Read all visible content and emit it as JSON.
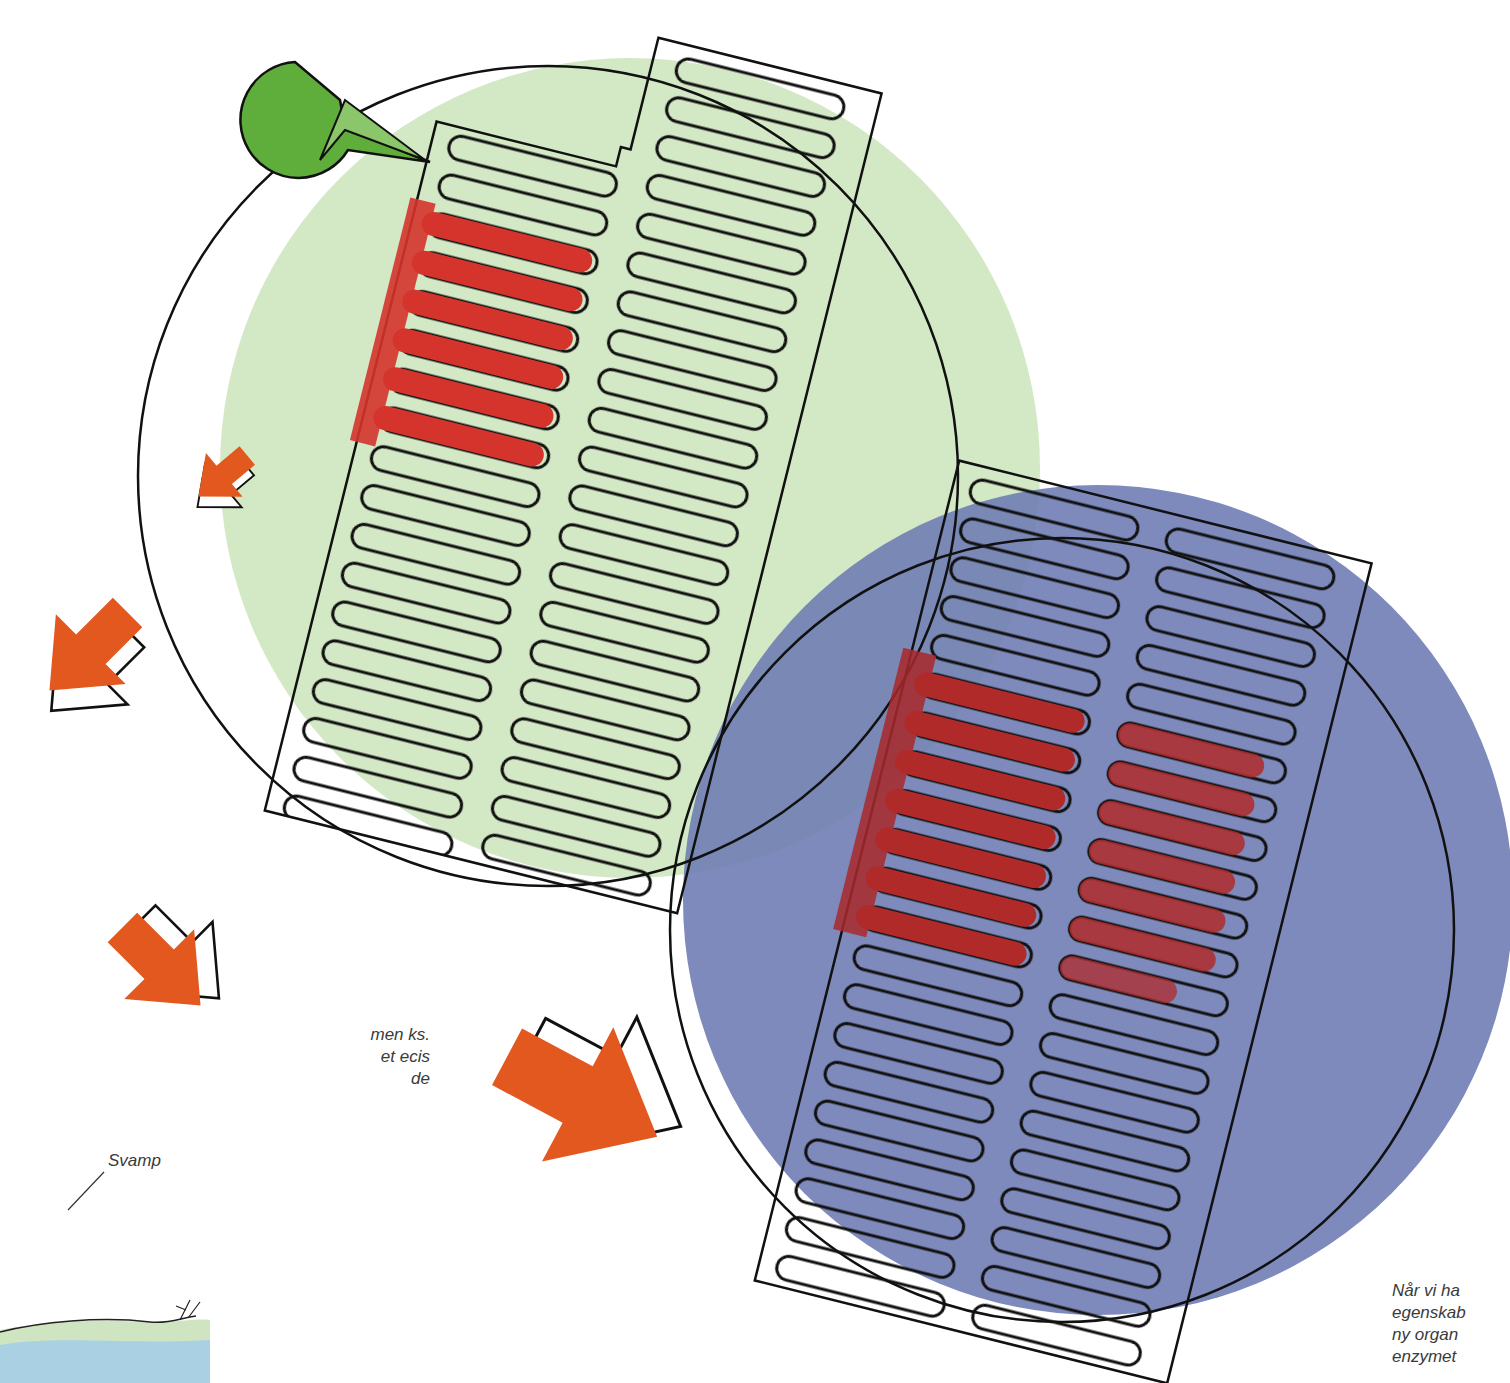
{
  "diagram": {
    "labels": [
      "men ks. et ecis de",
      "Svamp",
      "Når vi ha egenskab ny organ enzymet"
    ]
  }
}
